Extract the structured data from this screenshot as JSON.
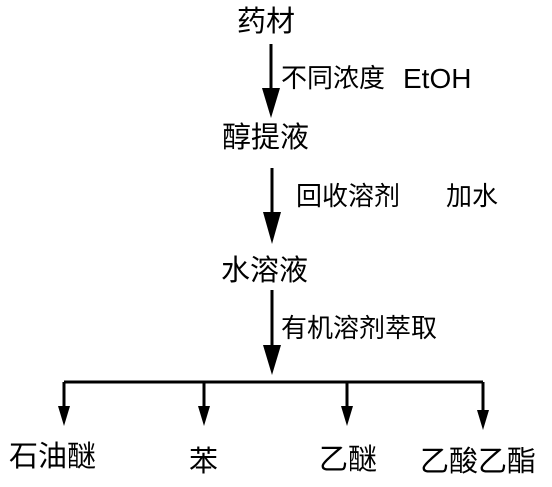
{
  "nodes": {
    "raw": "药材",
    "alcohol_extract": "醇提液",
    "aqueous_solution": "水溶液"
  },
  "edges": {
    "step1_cn": "不同浓度",
    "step1_reagent": "EtOH",
    "step2_recover": "回收溶剂",
    "step2_water": "加水",
    "step3": "有机溶剂萃取"
  },
  "products": [
    "石油醚",
    "苯",
    "乙醚",
    "乙酸乙酯"
  ]
}
